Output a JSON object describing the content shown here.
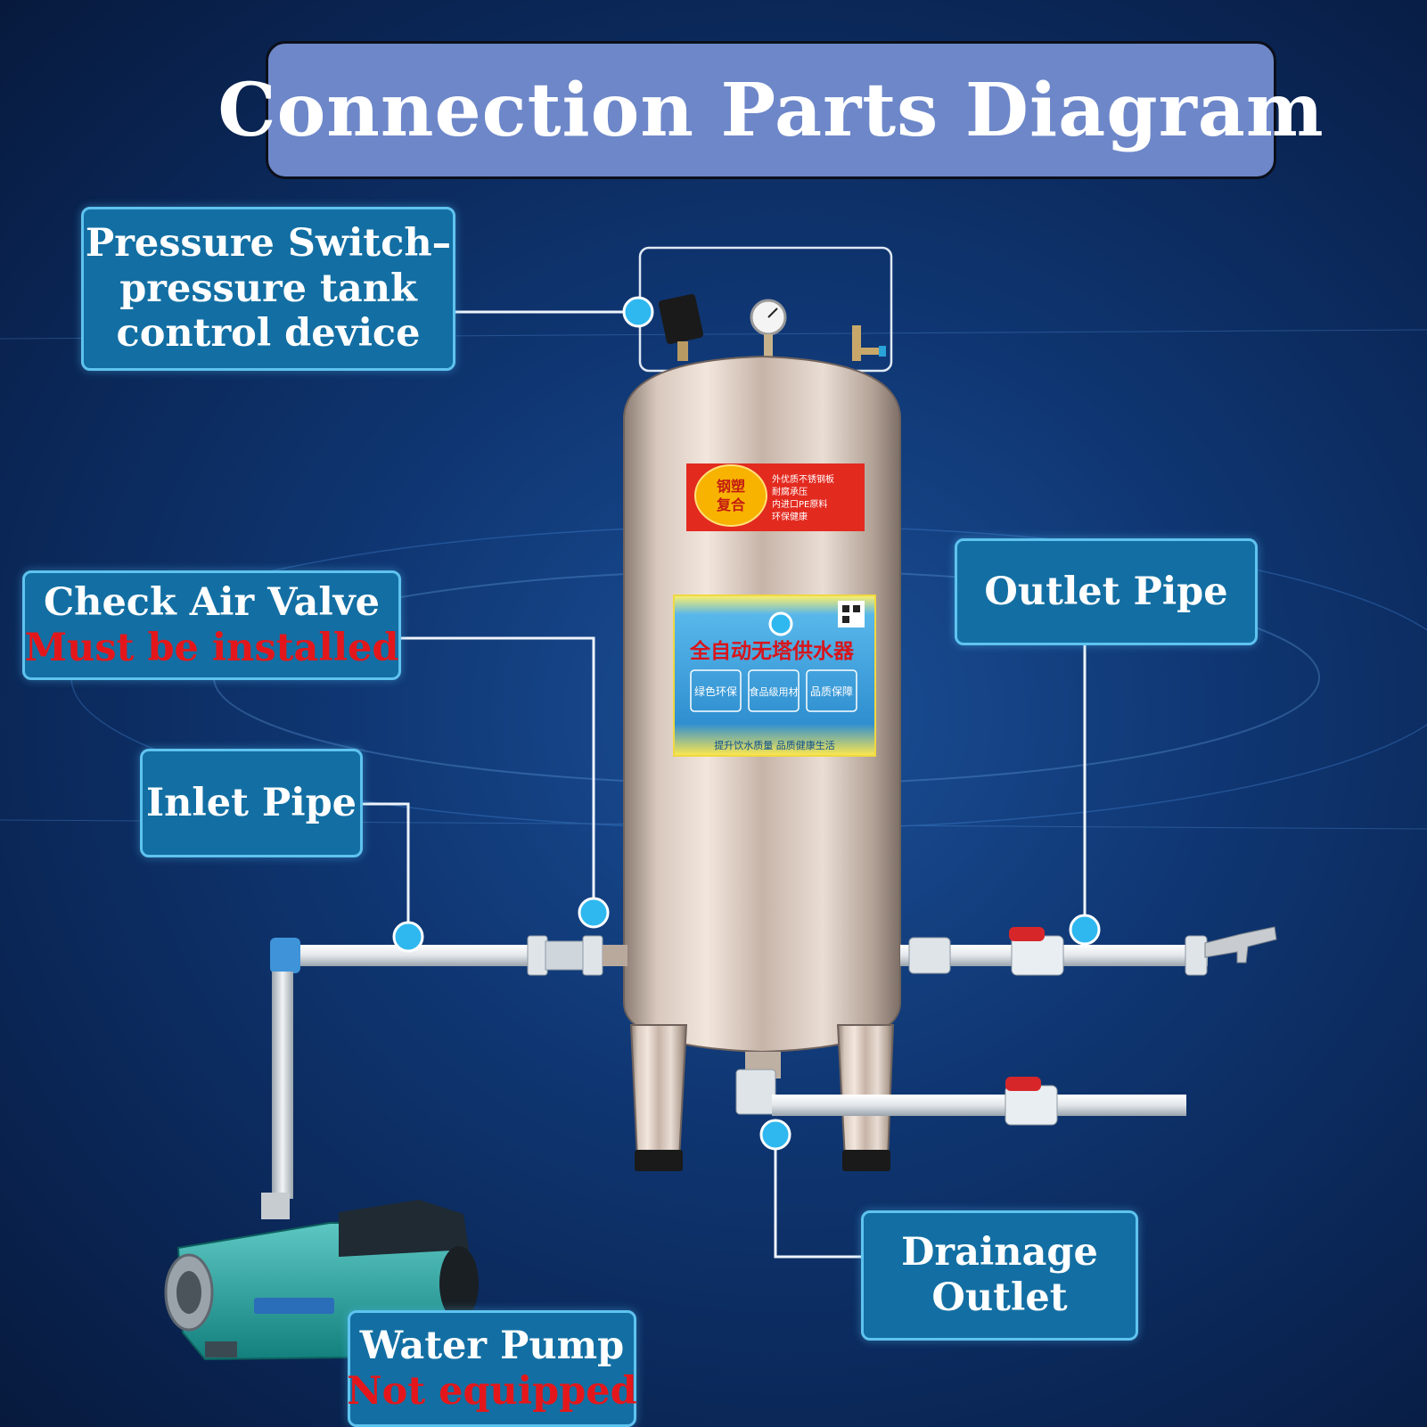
{
  "title": "Connection Parts Diagram",
  "labels": {
    "pressure_switch": {
      "line1": "Pressure Switch–",
      "line2": "pressure tank",
      "line3": "control device"
    },
    "check_air_valve": {
      "line1": "Check Air Valve",
      "warning": "Must be installed"
    },
    "inlet_pipe": {
      "text": "Inlet Pipe"
    },
    "outlet_pipe": {
      "text": "Outlet Pipe"
    },
    "drainage_outlet": {
      "line1": "Drainage",
      "line2": "Outlet"
    },
    "water_pump": {
      "line1": "Water Pump",
      "warning": "Not equipped"
    }
  },
  "tank_sticker": {
    "brand_badge_line1": "钢塑",
    "brand_badge_line2": "复合",
    "brand_notes": [
      "外优质不锈钢板",
      "耐腐承压",
      "内进口PE原料",
      "环保健康"
    ],
    "product_name": "全自动无塔供水器",
    "features": [
      "绿色环保",
      "食品级用材",
      "品质保障"
    ],
    "slogan": "提升饮水质量  品质健康生活"
  },
  "colors": {
    "label_fill": "#136fa3",
    "label_border": "#5fc3ef",
    "callout_dot": "#2fb8f0",
    "warning_text": "#e3171b",
    "title_fill": "#6d87c9"
  }
}
